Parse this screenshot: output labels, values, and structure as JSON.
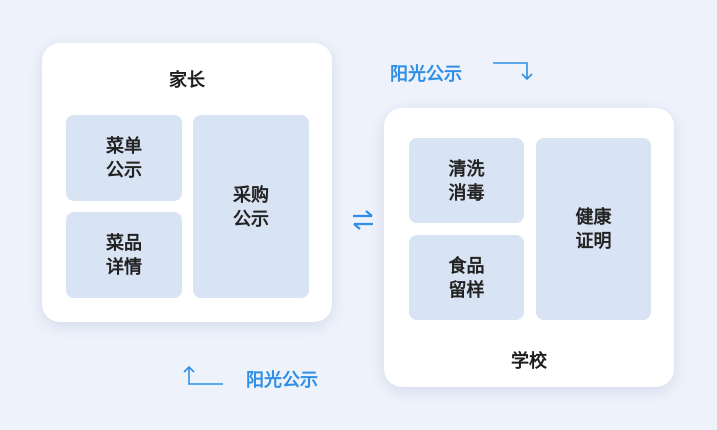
{
  "colors": {
    "background": "#eef2fb",
    "card": "#ffffff",
    "tile": "#d8e3f3",
    "accent": "#2f8fe6",
    "text": "#222222"
  },
  "parent_card": {
    "title": "家长",
    "tiles": [
      {
        "label": "菜单公示"
      },
      {
        "label": "菜品详情"
      },
      {
        "label": "采购公示"
      }
    ]
  },
  "school_card": {
    "title": "学校",
    "tiles": [
      {
        "label": "清洗消毒"
      },
      {
        "label": "食品留样"
      },
      {
        "label": "健康证明"
      }
    ]
  },
  "flows": {
    "top_label": "阳光公示",
    "bottom_label": "阳光公示",
    "exchange_icon": "bidirectional-arrows-icon"
  }
}
